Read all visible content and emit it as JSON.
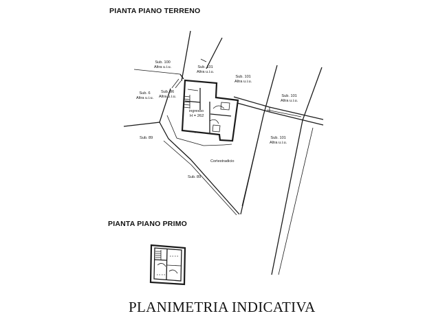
{
  "headings": {
    "ground_floor": "PIANTA PIANO TERRENO",
    "first_floor": "PIANTA PIANO PRIMO",
    "footer": "PLANIMETRIA INDICATIVA"
  },
  "labels": {
    "sub100": {
      "line1": "Sub. 100",
      "line2": "Altra u.i.u."
    },
    "sub101_top": {
      "line1": "Sub. 101",
      "line2": "Altra u.i.u."
    },
    "sub101_mid": {
      "line1": "Sub. 101",
      "line2": "Altra u.i.u."
    },
    "sub101_right": {
      "line1": "Sub. 101",
      "line2": "Altra u.i.u."
    },
    "sub101_lower": {
      "line1": "Sub. 101",
      "line2": "Altra u.i.u."
    },
    "sub6": {
      "line1": "Sub. 6",
      "line2": "Altra u.i.u."
    },
    "sub86": {
      "line1": "Sub. 86",
      "line2": "Altra u.i.u."
    },
    "sub89_left": {
      "line1": "Sub. 89"
    },
    "sub89_bottom": {
      "line1": "Sub. 89"
    },
    "courtyard": "Cortestradicio",
    "room_main": "ingresso",
    "room_height": "H = 262"
  },
  "colors": {
    "ink": "#1a1a1a",
    "background": "#ffffff"
  }
}
